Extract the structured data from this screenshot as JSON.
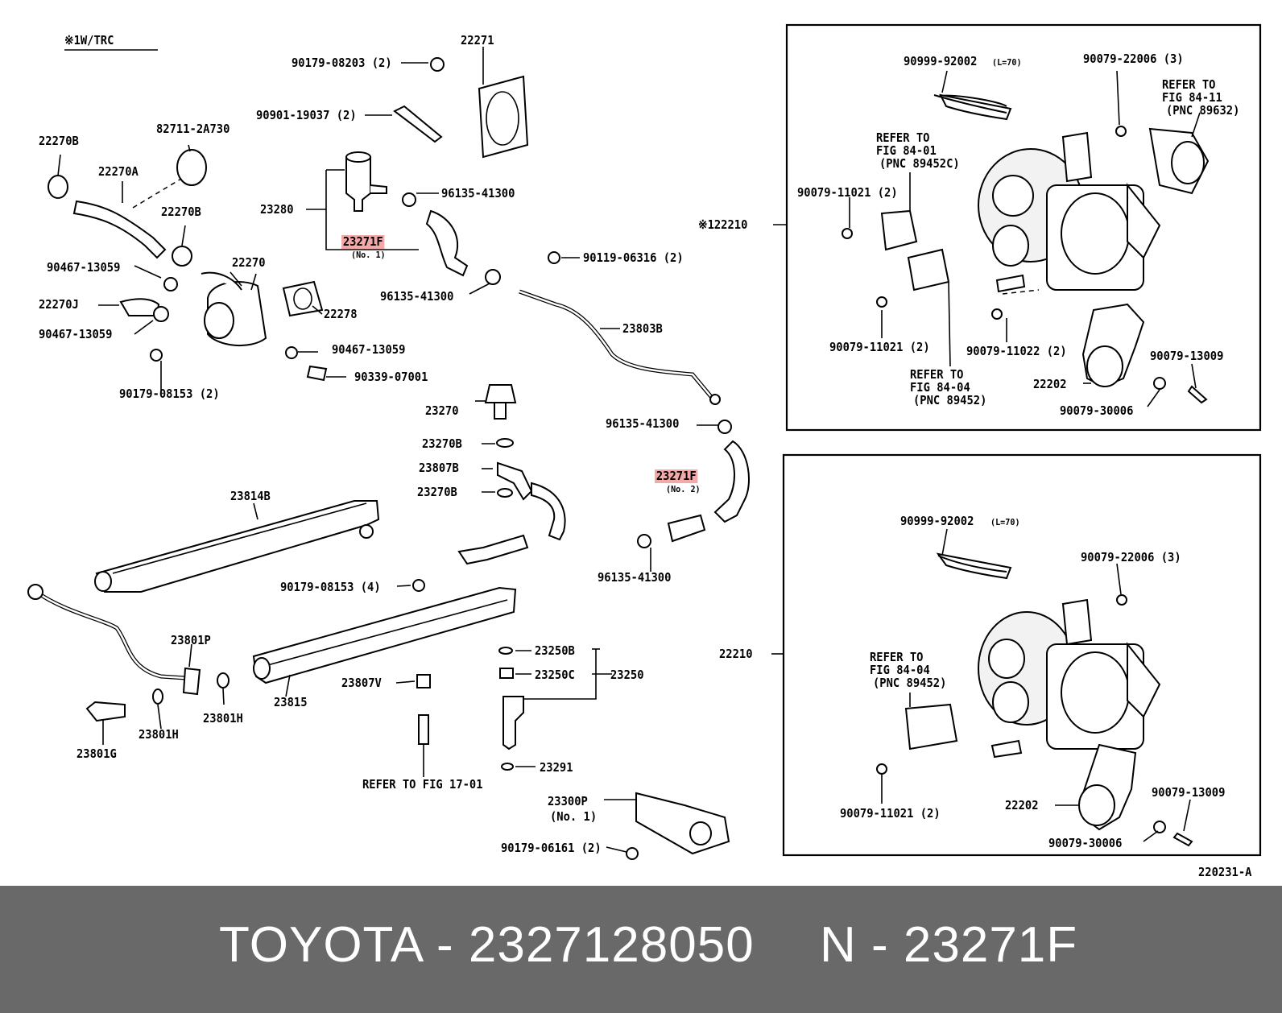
{
  "footer": {
    "brand_part": "TOYOTA - 2327128050",
    "ref": "N - 23271F"
  },
  "notes": {
    "wtrc": "※1W/TRC",
    "ref_2210_marked": "※122210",
    "figure_code": "220231-A"
  },
  "labels": {
    "l_22271": "22271",
    "l_90179_08203": "90179-08203 (2)",
    "l_90901_19037": "90901-19037 (2)",
    "l_82711_2a730": "82711-2A730",
    "l_22270b_a": "22270B",
    "l_22270a": "22270A",
    "l_22270b_b": "22270B",
    "l_90467_13059_a": "90467-13059",
    "l_22270": "22270",
    "l_22270j": "22270J",
    "l_90467_13059_b": "90467-13059",
    "l_22278": "22278",
    "l_90467_13059_c": "90467-13059",
    "l_90339_07001": "90339-07001",
    "l_90179_08153_2": "90179-08153 (2)",
    "l_23280": "23280",
    "l_23271f_no1": "23271F",
    "l_no1_small": "(No. 1)",
    "l_96135_41300_a": "96135-41300",
    "l_96135_41300_b": "96135-41300",
    "l_90119_06316": "90119-06316 (2)",
    "l_23803b": "23803B",
    "l_23270": "23270",
    "l_23270b_a": "23270B",
    "l_23807b": "23807B",
    "l_23270b_b": "23270B",
    "l_96135_41300_c": "96135-41300",
    "l_23271f_no2": "23271F",
    "l_no2_small": "(No. 2)",
    "l_96135_41300_d": "96135-41300",
    "l_23814b": "23814B",
    "l_90179_08153_4": "90179-08153 (4)",
    "l_23801p": "23801P",
    "l_23801h_a": "23801H",
    "l_23801h_b": "23801H",
    "l_23801g": "23801G",
    "l_23815": "23815",
    "l_23807v": "23807V",
    "l_23250b": "23250B",
    "l_23250c": "23250C",
    "l_23250": "23250",
    "l_23291": "23291",
    "l_refer_17_01": "REFER TO FIG 17-01",
    "l_23300p": "23300P",
    "l_23300p_no1": "(No. 1)",
    "l_90179_06161": "90179-06161 (2)",
    "t_90999_92002": "90999-92002",
    "t_l70": "(L=70)",
    "t_90079_22006": "90079-22006 (3)",
    "t_refer_84_11_a": "REFER TO",
    "t_refer_84_11_b": "FIG 84-11",
    "t_refer_84_11_c": "(PNC 89632)",
    "t_refer_84_01_a": "REFER TO",
    "t_refer_84_01_b": "FIG 84-01",
    "t_refer_84_01_c": "(PNC 89452C)",
    "t_90079_11021_a": "90079-11021 (2)",
    "t_90079_11021_b": "90079-11021 (2)",
    "t_90079_11022": "90079-11022 (2)",
    "t_refer_84_04_a": "REFER TO",
    "t_refer_84_04_b": "FIG 84-04",
    "t_refer_84_04_c": "(PNC 89452)",
    "t_90079_13009": "90079-13009",
    "t_22202": "22202",
    "t_90079_30006": "90079-30006",
    "b_90999_92002": "90999-92002",
    "b_l70": "(L=70)",
    "b_90079_22006": "90079-22006 (3)",
    "b_22210": "22210",
    "b_refer_84_04_a": "REFER TO",
    "b_refer_84_04_b": "FIG 84-04",
    "b_refer_84_04_c": "(PNC 89452)",
    "b_90079_11021": "90079-11021 (2)",
    "b_22202": "22202",
    "b_90079_13009": "90079-13009",
    "b_90079_30006": "90079-30006"
  }
}
